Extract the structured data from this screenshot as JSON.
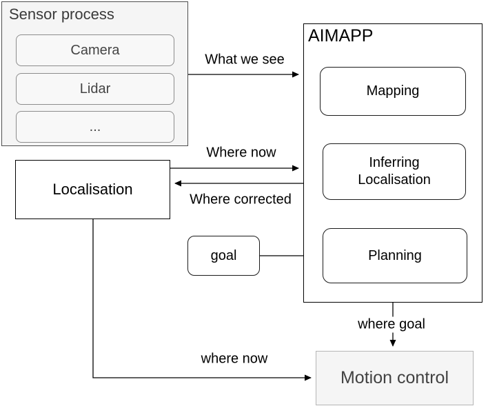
{
  "sensor_process": {
    "title": "Sensor process",
    "items": [
      "Camera",
      "Lidar",
      "..."
    ]
  },
  "aimapp": {
    "title": "AIMAPP",
    "nodes": {
      "mapping": "Mapping",
      "inferring_localisation": "Inferring Localisation",
      "planning": "Planning"
    }
  },
  "localisation": {
    "label": "Localisation"
  },
  "goal": {
    "label": "goal"
  },
  "motion_control": {
    "label": "Motion control"
  },
  "edges": {
    "what_we_see": "What we see",
    "where_now_top": "Where now",
    "where_corrected": "Where corrected",
    "where_goal": "where goal",
    "where_now_bottom": "where now"
  },
  "colors": {
    "group_fill": "#f5f5f5",
    "node_fill": "#ffffff",
    "line": "#000000"
  }
}
